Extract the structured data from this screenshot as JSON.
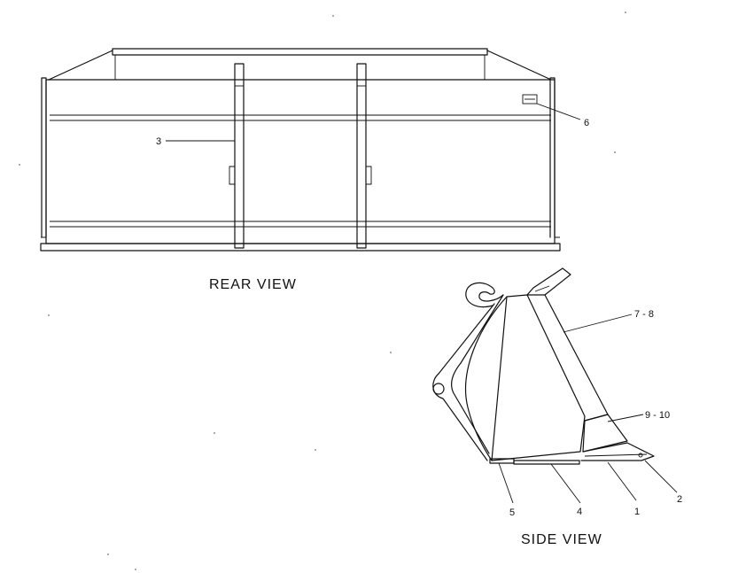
{
  "views": {
    "rear": {
      "title": "REAR VIEW"
    },
    "side": {
      "title": "SIDE VIEW"
    }
  },
  "callouts": {
    "c1": "1",
    "c2": "2",
    "c3": "3",
    "c4": "4",
    "c5": "5",
    "c6": "6",
    "c7_8": "7 - 8",
    "c9_10": "9 - 10"
  }
}
